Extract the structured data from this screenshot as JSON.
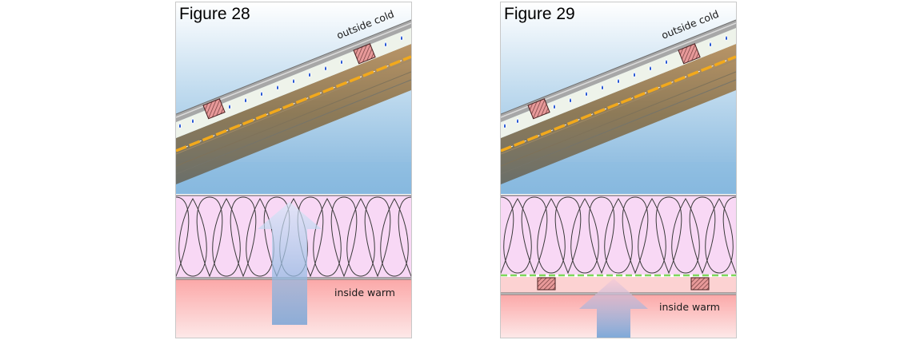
{
  "figures": [
    {
      "id": "fig28",
      "title": "Figure 28",
      "label_outside": "outside cold",
      "label_inside": "inside warm",
      "vapour_retarder_below_insulation": false,
      "battens": false,
      "arrow": "full-height"
    },
    {
      "id": "fig29",
      "title": "Figure 29",
      "label_outside": "outside cold",
      "label_inside": "inside warm",
      "vapour_retarder_below_insulation": true,
      "battens": true,
      "arrow": "short"
    }
  ],
  "colors": {
    "sky_top": "#ffffff",
    "sky_bottom": "#7fb3dc",
    "insulation": "#f8d8f5",
    "warm_zone": "#fbb4b4",
    "vapour_barrier": "#f2a91c",
    "vapour_retarder": "#7ed85a",
    "droplet": "#1c4fd0",
    "arrow": "#6b9fd6"
  },
  "icons": [
    "water-droplet-icon",
    "rafter-block-icon",
    "airflow-arrow-icon"
  ]
}
